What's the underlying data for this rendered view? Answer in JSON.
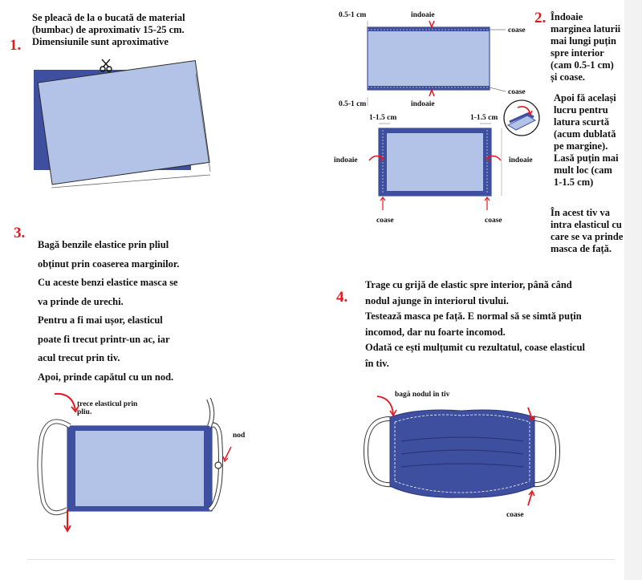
{
  "colors": {
    "fabric_dark": "#3f4fa0",
    "fabric_light": "#b3c3e7",
    "arrow_red": "#e3171f",
    "text": "#111111"
  },
  "step1": {
    "number": "1.",
    "lines": [
      "Se pleacă de la o bucată de material",
      "(bumbac) de aproximativ 15-25 cm.",
      "Dimensiunile sunt aproximative"
    ],
    "icon": "scissors-icon"
  },
  "step2": {
    "number": "2.",
    "lines": [
      "Îndoaie",
      "marginea laturii",
      "mai lungi puțin",
      "spre interior",
      "(cam 0.5-1 cm)",
      "și coase.",
      "Apoi fă același",
      "lucru pentru",
      "latura scurtă",
      "(acum dublată",
      "pe margine).",
      "Lasă puțin mai",
      "mult loc (cam",
      "1-1.5 cm)",
      "În acest tiv va",
      "intra elasticul cu",
      "care se va prinde",
      "masca de față."
    ],
    "labels": {
      "hem_long": "0.5-1 cm",
      "fold": "îndoaie",
      "sew": "coase",
      "hem_short": "1-1.5 cm"
    }
  },
  "step3": {
    "number": "3.",
    "lines": [
      "Bagă benzile elastice prin pliul",
      "obținut prin coaserea marginilor.",
      "Cu aceste benzi elastice masca se",
      "va prinde de urechi.",
      "Pentru a fi mai ușor, elasticul",
      "poate fi trecut printr-un ac, iar",
      "acul trecut prin tiv.",
      "Apoi, prinde capătul cu un nod."
    ],
    "labels": {
      "thread": "trece elasticul prin pliu.",
      "knot": "nod"
    }
  },
  "step4": {
    "number": "4.",
    "lines": [
      "Trage cu grijă de elastic spre interior, până când",
      "nodul ajunge în interiorul tivului.",
      "Testează masca pe față. E normal să se simtă puțin",
      "incomod, dar nu foarte incomod.",
      "Odată ce ești mulțumit cu rezultatul, coase elasticul",
      "în tiv."
    ],
    "labels": {
      "knot_inside": "bagă nodul în tiv",
      "sew": "coase"
    }
  }
}
